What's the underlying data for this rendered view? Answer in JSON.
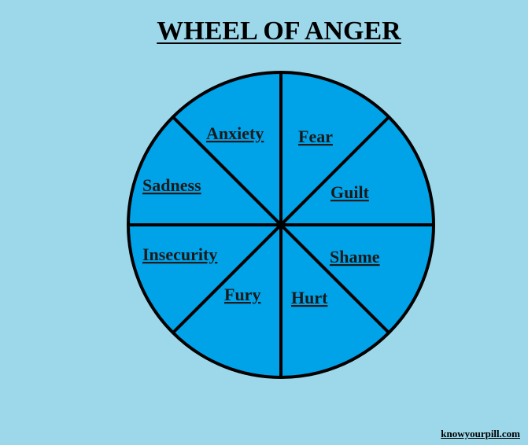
{
  "title": "WHEEL OF ANGER",
  "credit": "knowyourpill.com",
  "colors": {
    "background": "#9DD8EA",
    "wheel_fill": "#00A2E8",
    "stroke": "#000000",
    "text": "#1a1a1a"
  },
  "segments": [
    {
      "label": "Fear"
    },
    {
      "label": "Guilt"
    },
    {
      "label": "Shame"
    },
    {
      "label": "Hurt"
    },
    {
      "label": "Fury"
    },
    {
      "label": "Insecurity"
    },
    {
      "label": "Sadness"
    },
    {
      "label": "Anxiety"
    }
  ]
}
